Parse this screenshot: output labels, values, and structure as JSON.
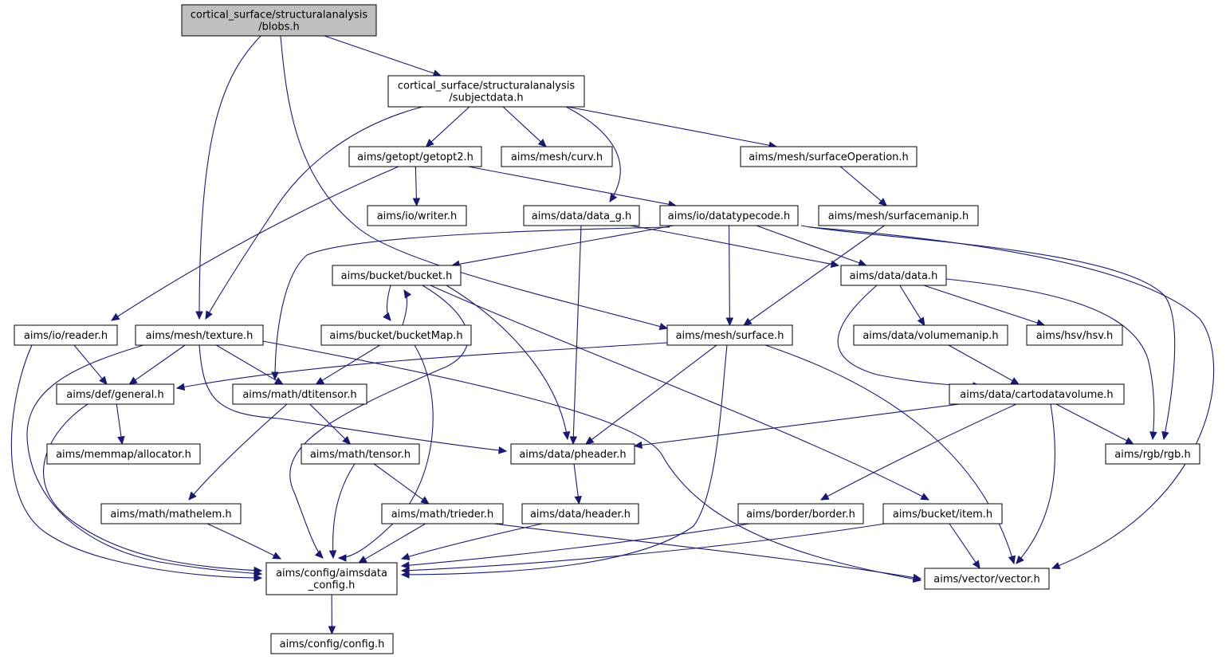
{
  "graph": {
    "title": "",
    "colors": {
      "edge": "#191970",
      "node_fill": "#ffffff",
      "root_fill": "#bfbfbf",
      "border": "#000000"
    },
    "nodes": [
      {
        "id": "blobs",
        "lines": [
          "cortical_surface/structuralanalysis",
          "/blobs.h"
        ],
        "root": true
      },
      {
        "id": "subjectdata",
        "lines": [
          "cortical_surface/structuralanalysis",
          "/subjectdata.h"
        ]
      },
      {
        "id": "getopt2",
        "lines": [
          "aims/getopt/getopt2.h"
        ]
      },
      {
        "id": "curv",
        "lines": [
          "aims/mesh/curv.h"
        ]
      },
      {
        "id": "surfaceOperation",
        "lines": [
          "aims/mesh/surfaceOperation.h"
        ]
      },
      {
        "id": "writer",
        "lines": [
          "aims/io/writer.h"
        ]
      },
      {
        "id": "data_g",
        "lines": [
          "aims/data/data_g.h"
        ]
      },
      {
        "id": "datatypecode",
        "lines": [
          "aims/io/datatypecode.h"
        ]
      },
      {
        "id": "surfacemanip",
        "lines": [
          "aims/mesh/surfacemanip.h"
        ]
      },
      {
        "id": "bucket",
        "lines": [
          "aims/bucket/bucket.h"
        ]
      },
      {
        "id": "data",
        "lines": [
          "aims/data/data.h"
        ]
      },
      {
        "id": "reader",
        "lines": [
          "aims/io/reader.h"
        ]
      },
      {
        "id": "texture",
        "lines": [
          "aims/mesh/texture.h"
        ]
      },
      {
        "id": "bucketMap",
        "lines": [
          "aims/bucket/bucketMap.h"
        ]
      },
      {
        "id": "surface",
        "lines": [
          "aims/mesh/surface.h"
        ]
      },
      {
        "id": "volumemanip",
        "lines": [
          "aims/data/volumemanip.h"
        ]
      },
      {
        "id": "hsv",
        "lines": [
          "aims/hsv/hsv.h"
        ]
      },
      {
        "id": "general",
        "lines": [
          "aims/def/general.h"
        ]
      },
      {
        "id": "dtitensor",
        "lines": [
          "aims/math/dtitensor.h"
        ]
      },
      {
        "id": "cartodatavolume",
        "lines": [
          "aims/data/cartodatavolume.h"
        ]
      },
      {
        "id": "allocator",
        "lines": [
          "aims/memmap/allocator.h"
        ]
      },
      {
        "id": "tensor",
        "lines": [
          "aims/math/tensor.h"
        ]
      },
      {
        "id": "pheader",
        "lines": [
          "aims/data/pheader.h"
        ]
      },
      {
        "id": "rgb",
        "lines": [
          "aims/rgb/rgb.h"
        ]
      },
      {
        "id": "mathelem",
        "lines": [
          "aims/math/mathelem.h"
        ]
      },
      {
        "id": "trieder",
        "lines": [
          "aims/math/trieder.h"
        ]
      },
      {
        "id": "header",
        "lines": [
          "aims/data/header.h"
        ]
      },
      {
        "id": "border",
        "lines": [
          "aims/border/border.h"
        ]
      },
      {
        "id": "item",
        "lines": [
          "aims/bucket/item.h"
        ]
      },
      {
        "id": "aimsdata_config",
        "lines": [
          "aims/config/aimsdata",
          "_config.h"
        ]
      },
      {
        "id": "vector",
        "lines": [
          "aims/vector/vector.h"
        ]
      },
      {
        "id": "config",
        "lines": [
          "aims/config/config.h"
        ]
      }
    ],
    "edges": [
      [
        "blobs",
        "subjectdata"
      ],
      [
        "blobs",
        "texture"
      ],
      [
        "blobs",
        "surface"
      ],
      [
        "subjectdata",
        "getopt2"
      ],
      [
        "subjectdata",
        "curv"
      ],
      [
        "subjectdata",
        "surfaceOperation"
      ],
      [
        "subjectdata",
        "data_g"
      ],
      [
        "subjectdata",
        "texture"
      ],
      [
        "getopt2",
        "writer"
      ],
      [
        "getopt2",
        "datatypecode"
      ],
      [
        "getopt2",
        "reader"
      ],
      [
        "surfaceOperation",
        "surfacemanip"
      ],
      [
        "surfacemanip",
        "surface"
      ],
      [
        "data_g",
        "pheader"
      ],
      [
        "data_g",
        "data"
      ],
      [
        "datatypecode",
        "bucket"
      ],
      [
        "datatypecode",
        "data"
      ],
      [
        "datatypecode",
        "surface"
      ],
      [
        "datatypecode",
        "dtitensor"
      ],
      [
        "datatypecode",
        "rgb"
      ],
      [
        "datatypecode",
        "vector"
      ],
      [
        "bucket",
        "bucketMap"
      ],
      [
        "bucketMap",
        "bucket"
      ],
      [
        "bucket",
        "pheader"
      ],
      [
        "bucket",
        "item"
      ],
      [
        "bucket",
        "aimsdata_config"
      ],
      [
        "bucketMap",
        "dtitensor"
      ],
      [
        "bucketMap",
        "aimsdata_config"
      ],
      [
        "data",
        "volumemanip"
      ],
      [
        "data",
        "hsv"
      ],
      [
        "data",
        "cartodatavolume"
      ],
      [
        "data",
        "rgb"
      ],
      [
        "volumemanip",
        "cartodatavolume"
      ],
      [
        "reader",
        "general"
      ],
      [
        "reader",
        "aimsdata_config"
      ],
      [
        "texture",
        "general"
      ],
      [
        "texture",
        "dtitensor"
      ],
      [
        "texture",
        "pheader"
      ],
      [
        "texture",
        "vector"
      ],
      [
        "texture",
        "aimsdata_config"
      ],
      [
        "surface",
        "general"
      ],
      [
        "surface",
        "pheader"
      ],
      [
        "surface",
        "vector"
      ],
      [
        "surface",
        "aimsdata_config"
      ],
      [
        "general",
        "allocator"
      ],
      [
        "general",
        "aimsdata_config"
      ],
      [
        "dtitensor",
        "tensor"
      ],
      [
        "dtitensor",
        "mathelem"
      ],
      [
        "cartodatavolume",
        "pheader"
      ],
      [
        "cartodatavolume",
        "rgb"
      ],
      [
        "cartodatavolume",
        "border"
      ],
      [
        "cartodatavolume",
        "vector"
      ],
      [
        "tensor",
        "trieder"
      ],
      [
        "tensor",
        "aimsdata_config"
      ],
      [
        "pheader",
        "header"
      ],
      [
        "mathelem",
        "aimsdata_config"
      ],
      [
        "trieder",
        "aimsdata_config"
      ],
      [
        "trieder",
        "vector"
      ],
      [
        "header",
        "aimsdata_config"
      ],
      [
        "border",
        "aimsdata_config"
      ],
      [
        "item",
        "vector"
      ],
      [
        "item",
        "aimsdata_config"
      ],
      [
        "aimsdata_config",
        "config"
      ]
    ]
  }
}
